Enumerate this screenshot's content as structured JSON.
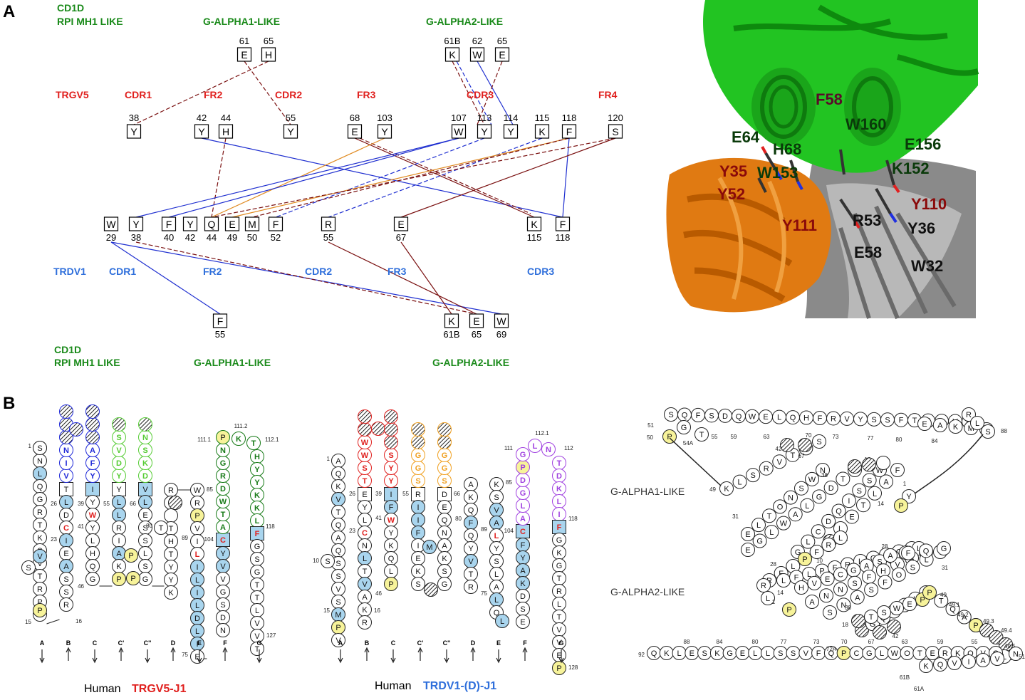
{
  "panel_a": {
    "letter": "A",
    "colors": {
      "green": "#1a8a1a",
      "red": "#e0201e",
      "blue": "#2f6fdb",
      "darkred": "#7a1010",
      "orange": "#e08a20",
      "lineblue": "#1f2fd0"
    },
    "top_groups": [
      {
        "lines": [
          "CD1D",
          "RPI MH1 LIKE"
        ],
        "color": "green"
      },
      {
        "lines": [
          "G-ALPHA1-LIKE"
        ],
        "color": "green"
      },
      {
        "lines": [
          "G-ALPHA2-LIKE"
        ],
        "color": "green"
      }
    ],
    "top_cd1d_residues": [
      {
        "aa": "E",
        "num": "61"
      },
      {
        "aa": "H",
        "num": "65"
      },
      {
        "aa": "K",
        "num": "61B"
      },
      {
        "aa": "W",
        "num": "62"
      },
      {
        "aa": "E",
        "num": "65"
      }
    ],
    "trg_region_labels": [
      "TRGV5",
      "CDR1",
      "FR2",
      "CDR2",
      "FR3",
      "CDR3",
      "FR4"
    ],
    "trg_residues": [
      {
        "aa": "Y",
        "num": "38"
      },
      {
        "aa": "Y",
        "num": "42"
      },
      {
        "aa": "H",
        "num": "44"
      },
      {
        "aa": "Y",
        "num": "55"
      },
      {
        "aa": "E",
        "num": "68"
      },
      {
        "aa": "Y",
        "num": "103"
      },
      {
        "aa": "W",
        "num": "107"
      },
      {
        "aa": "Y",
        "num": "113"
      },
      {
        "aa": "Y",
        "num": "114"
      },
      {
        "aa": "K",
        "num": "115"
      },
      {
        "aa": "F",
        "num": "118"
      },
      {
        "aa": "S",
        "num": "120"
      }
    ],
    "trd_residues": [
      {
        "aa": "W",
        "num": "29"
      },
      {
        "aa": "Y",
        "num": "38"
      },
      {
        "aa": "F",
        "num": "40"
      },
      {
        "aa": "Y",
        "num": "42"
      },
      {
        "aa": "Q",
        "num": "44"
      },
      {
        "aa": "E",
        "num": "49"
      },
      {
        "aa": "M",
        "num": "50"
      },
      {
        "aa": "F",
        "num": "52"
      },
      {
        "aa": "R",
        "num": "55"
      },
      {
        "aa": "E",
        "num": "67"
      },
      {
        "aa": "K",
        "num": "115"
      },
      {
        "aa": "F",
        "num": "118"
      }
    ],
    "trd_region_labels": [
      "TRDV1",
      "CDR1",
      "FR2",
      "CDR2",
      "FR3",
      "CDR3"
    ],
    "bottom_cd1d_residues": [
      {
        "aa": "F",
        "num": "55"
      },
      {
        "aa": "K",
        "num": "61B"
      },
      {
        "aa": "E",
        "num": "65"
      },
      {
        "aa": "W",
        "num": "69"
      }
    ],
    "bottom_groups": [
      {
        "lines": [
          "CD1D",
          "RPI MH1 LIKE"
        ],
        "color": "green"
      },
      {
        "lines": [
          "G-ALPHA1-LIKE"
        ],
        "color": "green"
      },
      {
        "lines": [
          "G-ALPHA2-LIKE"
        ],
        "color": "green"
      }
    ],
    "structure_labels": [
      {
        "text": "F58",
        "color": "#5a0a2a"
      },
      {
        "text": "E64",
        "color": "#0a3a0a"
      },
      {
        "text": "H68",
        "color": "#0a3a0a"
      },
      {
        "text": "W160",
        "color": "#0a3a0a"
      },
      {
        "text": "E156",
        "color": "#0a3a0a"
      },
      {
        "text": "W153",
        "color": "#0a3a0a"
      },
      {
        "text": "K152",
        "color": "#0a3a0a"
      },
      {
        "text": "Y35",
        "color": "#8a0a0a"
      },
      {
        "text": "Y52",
        "color": "#8a0a0a"
      },
      {
        "text": "Y111",
        "color": "#8a0a0a"
      },
      {
        "text": "R53",
        "color": "#111111"
      },
      {
        "text": "Y110",
        "color": "#8a0a0a"
      },
      {
        "text": "Y36",
        "color": "#111111"
      },
      {
        "text": "E58",
        "color": "#111111"
      },
      {
        "text": "W32",
        "color": "#111111"
      }
    ]
  },
  "panel_b": {
    "letter": "B",
    "trg_species": "Human",
    "trg_gene": "TRGV5-J1",
    "trd_species": "Human",
    "trd_gene": "TRDV1-(D)-J1",
    "strand_labels": [
      "A",
      "B",
      "C",
      "C'",
      "C''",
      "D",
      "E",
      "F",
      "G"
    ],
    "trg_special_numbers": [
      "111.1",
      "111.2",
      "112.1"
    ],
    "trd_special_numbers": [
      "112.1",
      "111",
      "112"
    ],
    "g_alpha1_label": "G-ALPHA1-LIKE",
    "g_alpha2_label": "G-ALPHA2-LIKE"
  }
}
